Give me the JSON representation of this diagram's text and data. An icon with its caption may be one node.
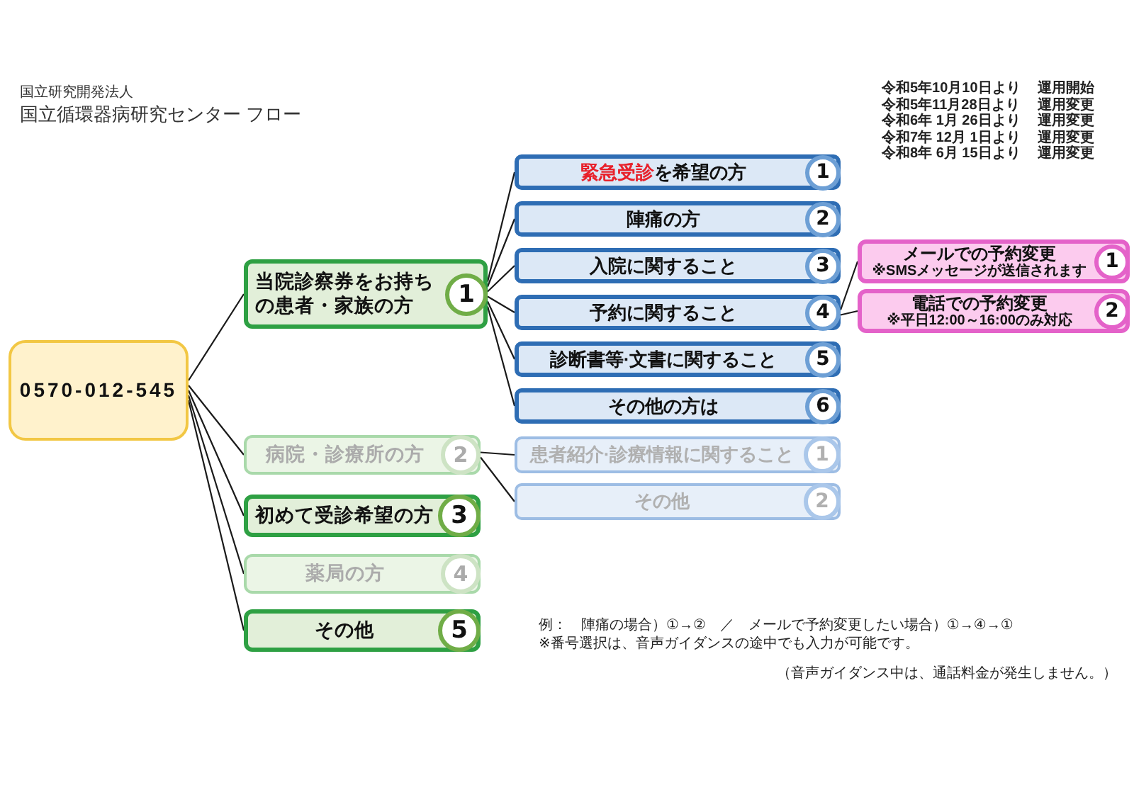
{
  "diagram": {
    "title": "国立循環器病研究センター フロー",
    "nodes": [
      {
        "text": [
          "0570-012-545"
        ]
      },
      {
        "text": [
          "当院診察券をお持ちの患者・家族の方",
          "1"
        ]
      },
      {
        "text": [
          "**緊急受診**を希望の方",
          "1"
        ]
      },
      {
        "text": [
          "陣痛の方",
          "2"
        ]
      },
      {
        "text": [
          "入院に関すること",
          "3"
        ]
      },
      {
        "text": [
          "予約に関すること",
          "4"
        ]
      },
      {
        "text": [
          "メールでの予約変更",
          "※SMSメッセージが送信されます",
          "1"
        ]
      },
      {
        "text": [
          "電話での予約変更",
          "※平日12:00～16:00のみ対応",
          "2"
        ]
      },
      {
        "text": [
          "診断書等·文書に関すること",
          "5"
        ]
      },
      {
        "text": [
          "その他の方は",
          "6"
        ]
      },
      {
        "text": [
          "病院・診療所の方",
          "2"
        ]
      },
      {
        "text": [
          "患者紹介·診療情報に関すること",
          "1"
        ]
      },
      {
        "text": [
          "その他",
          "2"
        ]
      },
      {
        "text": [
          "初めて受診希望の方",
          "3"
        ]
      },
      {
        "text": [
          "薬局の方",
          "4"
        ]
      },
      {
        "text": [
          "その他",
          "5"
        ]
      }
    ],
    "edges": [
      {
        "from": 0,
        "to": 1,
        "arrow": "none"
      },
      {
        "from": 0,
        "to": 10,
        "arrow": "none"
      },
      {
        "from": 0,
        "to": 13,
        "arrow": "none"
      },
      {
        "from": 0,
        "to": 14,
        "arrow": "none"
      },
      {
        "from": 0,
        "to": 15,
        "arrow": "none"
      },
      {
        "from": 1,
        "to": 2,
        "arrow": "none"
      },
      {
        "from": 1,
        "to": 3,
        "arrow": "none"
      },
      {
        "from": 1,
        "to": 4,
        "arrow": "none"
      },
      {
        "from": 1,
        "to": 5,
        "arrow": "none"
      },
      {
        "from": 1,
        "to": 8,
        "arrow": "none"
      },
      {
        "from": 1,
        "to": 9,
        "arrow": "none"
      },
      {
        "from": 5,
        "to": 6,
        "arrow": "none"
      },
      {
        "from": 5,
        "to": 7,
        "arrow": "none"
      },
      {
        "from": 10,
        "to": 11,
        "arrow": "none"
      },
      {
        "from": 10,
        "to": 12,
        "arrow": "none"
      }
    ],
    "labels": [
      "国立研究開発法人",
      "令和5年10月10日より",
      "運用開始",
      "令和5年11月28日より",
      "運用変更",
      "令和6年 1月 26日より",
      "運用変更",
      "令和7年 12月 1日より",
      "運用変更",
      "令和8年 6月 15日より",
      "運用変更",
      "例：　陣痛の場合）①→②　／　メールで予約変更したい場合）①→④→①",
      "※番号選択は、音声ガイダンスの途中でも入力が可能です。",
      "（音声ガイダンス中は、通話料金が発生しません。）"
    ]
  }
}
